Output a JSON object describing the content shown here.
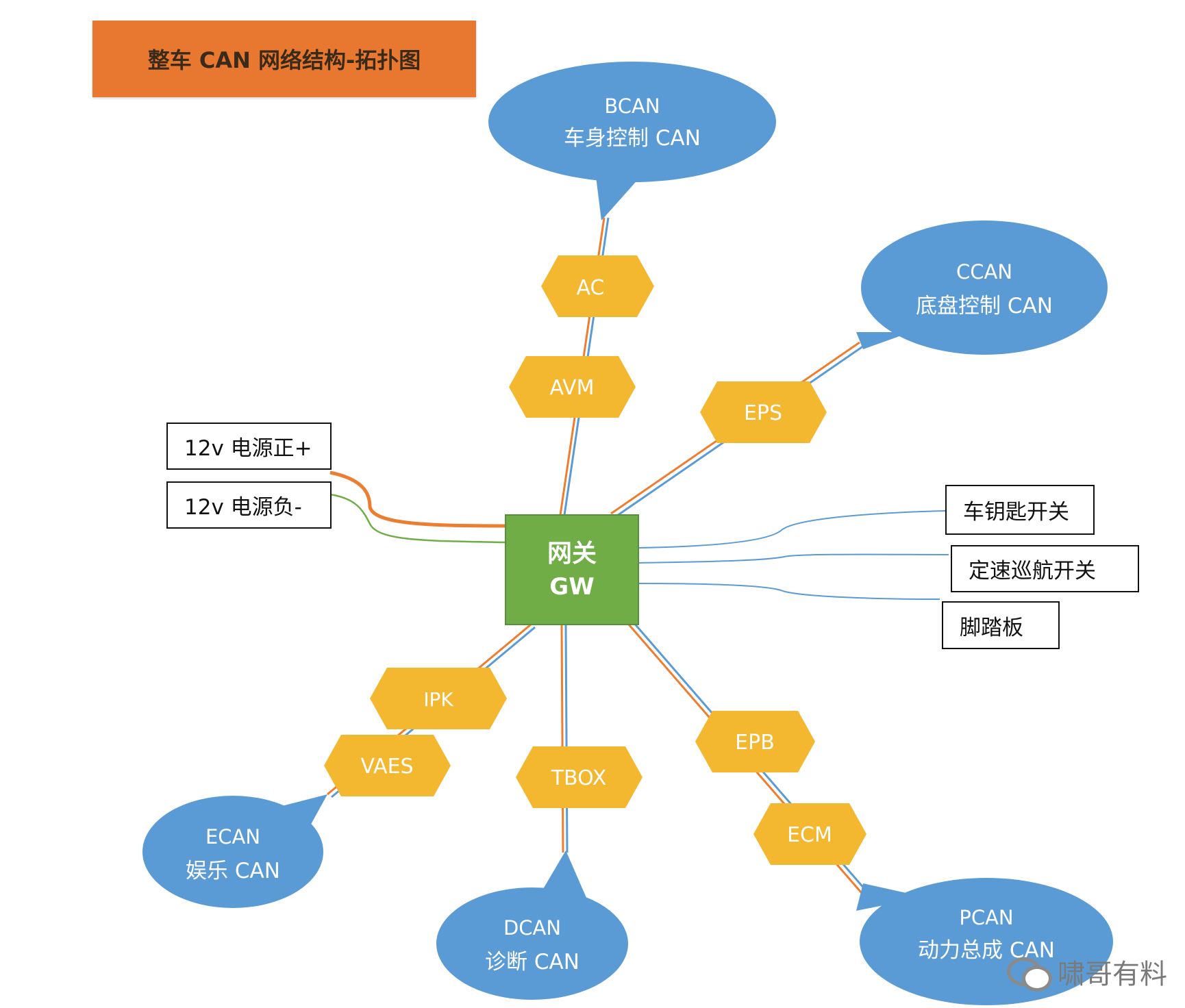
{
  "title": "整车 CAN 网络结构-拓扑图",
  "gateway": {
    "line1": "网关",
    "line2": "GW"
  },
  "buses": {
    "bcan": {
      "name": "BCAN",
      "desc": "车身控制 CAN"
    },
    "ccan": {
      "name": "CCAN",
      "desc": "底盘控制 CAN"
    },
    "ecan": {
      "name": "ECAN",
      "desc": "娱乐 CAN"
    },
    "dcan": {
      "name": "DCAN",
      "desc": "诊断 CAN"
    },
    "pcan": {
      "name": "PCAN",
      "desc": "动力总成 CAN"
    }
  },
  "ecus": {
    "ac": "AC",
    "avm": "AVM",
    "eps": "EPS",
    "ipk": "IPK",
    "vaes": "VAES",
    "tbox": "TBOX",
    "epb": "EPB",
    "ecm": "ECM"
  },
  "power": {
    "positive": "12v 电源正+",
    "negative": "12v 电源负-"
  },
  "switches": {
    "key": "车钥匙开关",
    "cruise": "定速巡航开关",
    "pedal": "脚踏板"
  },
  "watermark": "啸哥有料",
  "colors": {
    "bus": "#5b9bd5",
    "ecu": "#f4b730",
    "gateway": "#70ad47",
    "title": "#e8772f",
    "wire_orange": "#ed7d31",
    "wire_blue": "#5b9bd5",
    "wire_green": "#70ad47"
  }
}
